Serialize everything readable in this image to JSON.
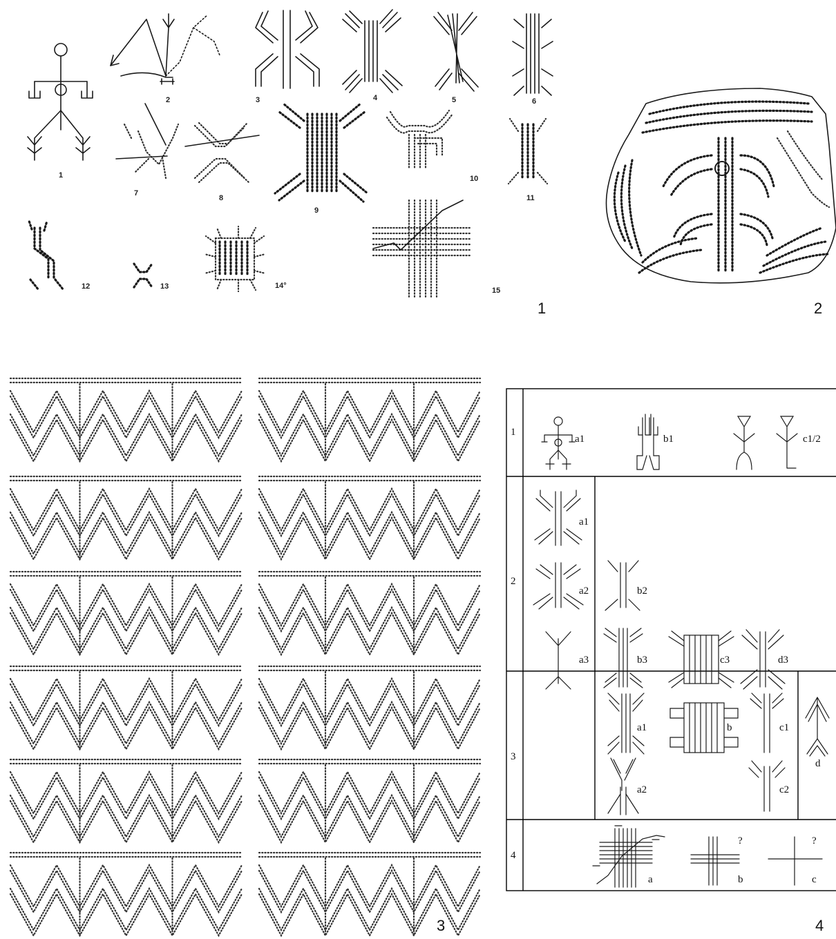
{
  "panels": {
    "p1": "1",
    "p2": "2",
    "p3": "3",
    "p4": "4"
  },
  "panel1_numbers": [
    "1",
    "2",
    "3",
    "4",
    "5",
    "6",
    "7",
    "8",
    "9",
    "10",
    "11",
    "12",
    "13",
    "14°",
    "15"
  ],
  "table": {
    "rows": [
      "1",
      "2",
      "3",
      "4"
    ],
    "labels": {
      "r1_a1": "a1",
      "r1_b1": "b1",
      "r1_c12": "c1/2",
      "r2_a1": "a1",
      "r2_a2": "a2",
      "r2_a3": "a3",
      "r2_b2": "b2",
      "r2_b3": "b3",
      "r2_c3": "c3",
      "r2_d3": "d3",
      "r3_a1": "a1",
      "r3_a2": "a2",
      "r3_b": "b",
      "r3_c1": "c1",
      "r3_c2": "c2",
      "r3_d": "d",
      "r4_a": "a",
      "r4_b": "b",
      "r4_c": "c",
      "r4_q1": "?",
      "r4_q2": "?"
    }
  }
}
